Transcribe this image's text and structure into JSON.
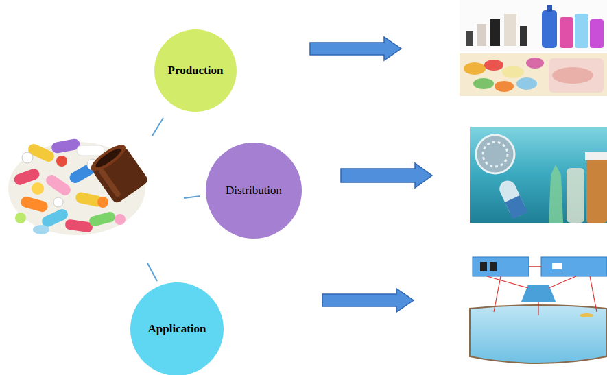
{
  "diagram": {
    "nodes": [
      {
        "text": [
          "Production"
        ]
      },
      {
        "text": [
          "Distribution"
        ]
      },
      {
        "text": [
          "Application"
        ]
      }
    ]
  }
}
